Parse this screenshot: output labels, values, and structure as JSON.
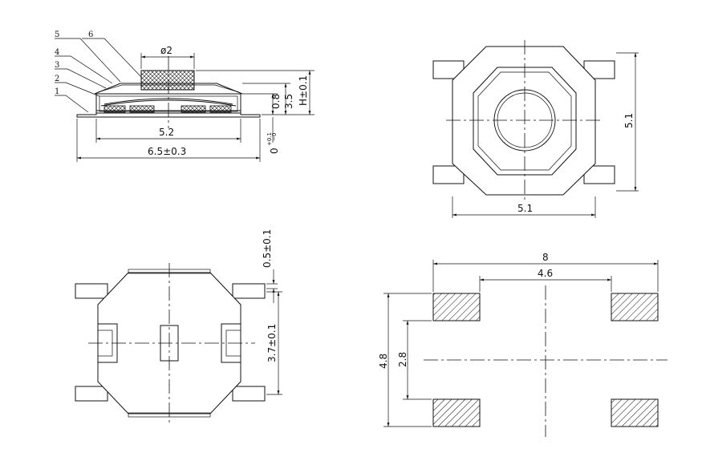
{
  "side_view": {
    "callouts": [
      "1",
      "2",
      "3",
      "4",
      "5",
      "6"
    ],
    "dims": {
      "actuator_dia": "ø2",
      "body_width": "5.2",
      "overall_width": "6.5±0.3",
      "height": "H±0.1",
      "base_height": "3.5",
      "contact_height": "0.8",
      "standoff": "0"
    }
  },
  "top_view": {
    "dims": {
      "width": "5.1",
      "height": "5.1"
    }
  },
  "bottom_view": {
    "dims": {
      "pin_width": "0.5±0.1",
      "pin_pitch": "3.7±0.1"
    }
  },
  "pad_layout": {
    "dims": {
      "outer_span": "8",
      "inner_span": "4.6",
      "outer_height": "4.8",
      "inner_height": "2.8"
    }
  },
  "colors": {
    "line": "#111111",
    "background": "#ffffff"
  }
}
